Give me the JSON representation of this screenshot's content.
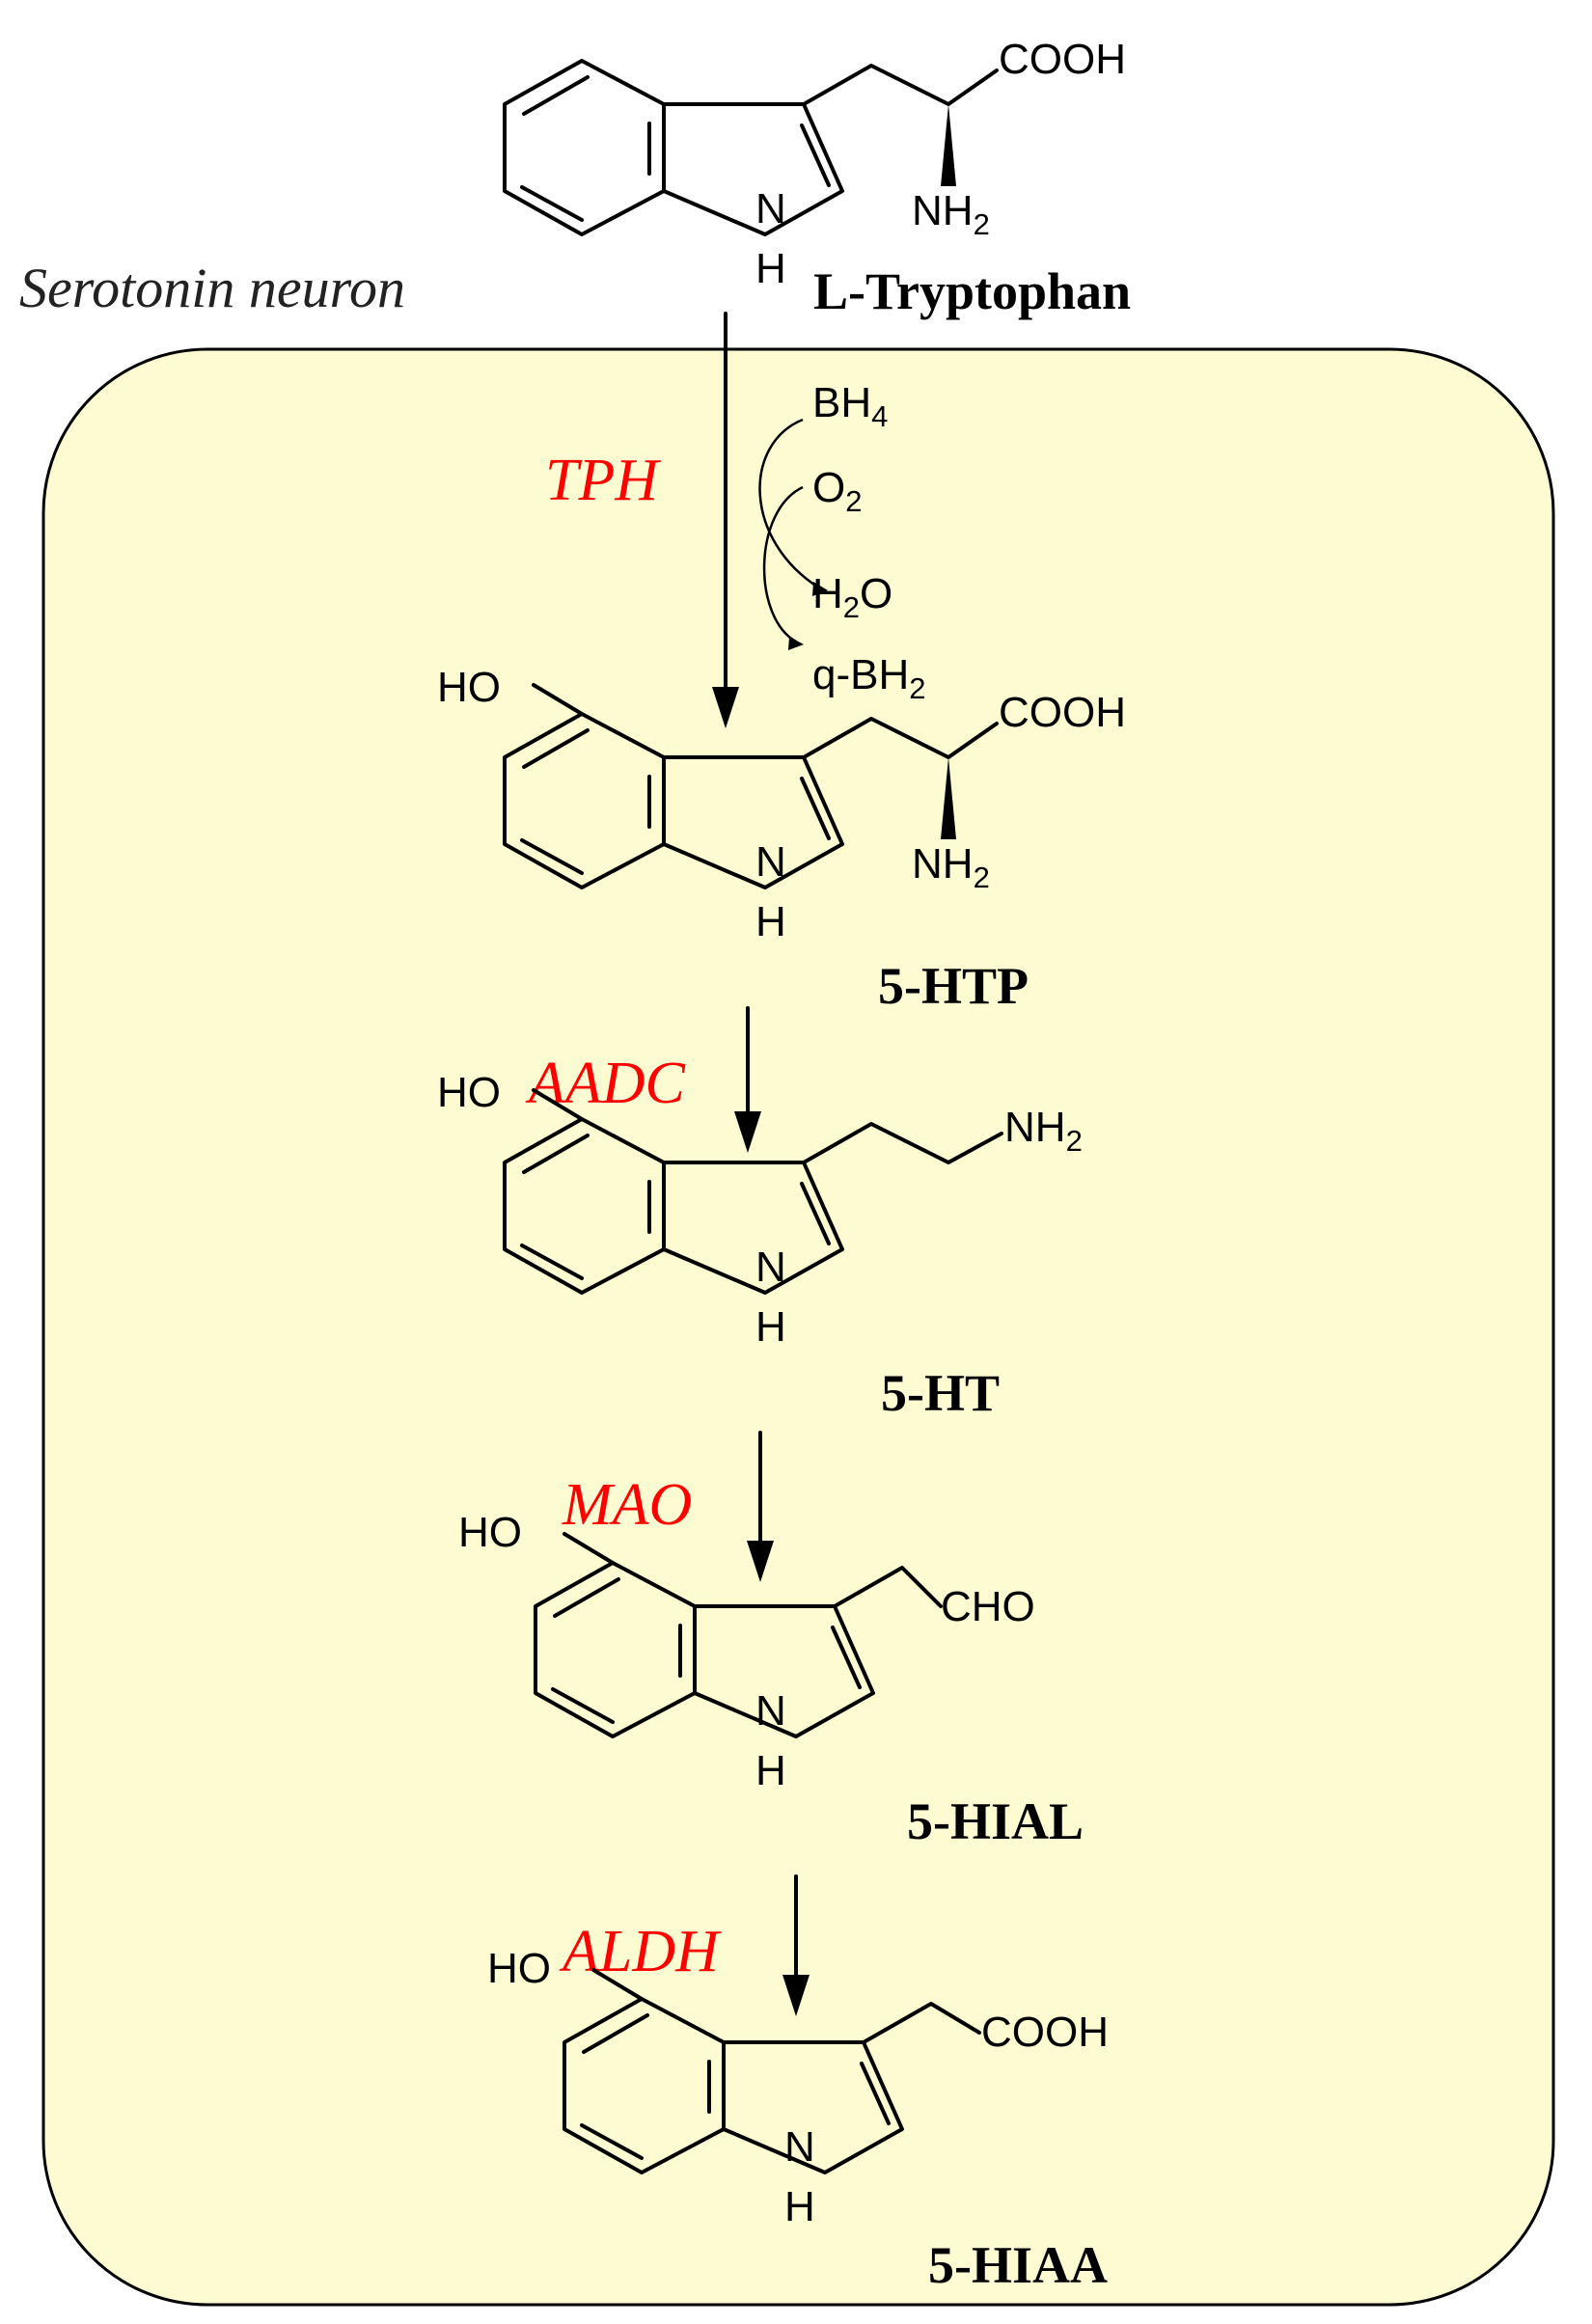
{
  "region": {
    "label": "Serotonin neuron"
  },
  "colors": {
    "cell_fill": "#fdfbd2",
    "enzyme": "#ff0000"
  },
  "compounds": [
    {
      "id": "trp",
      "name": "L-Tryptophan",
      "substituent": "COOH",
      "amine": "NH",
      "amine_sub": "2",
      "hydroxyl": ""
    },
    {
      "id": "htp",
      "name": "5-HTP",
      "substituent": "COOH",
      "amine": "NH",
      "amine_sub": "2",
      "hydroxyl": "HO"
    },
    {
      "id": "ht",
      "name": "5-HT",
      "substituent": "",
      "amine": "NH",
      "amine_sub": "2",
      "hydroxyl": "HO"
    },
    {
      "id": "hial",
      "name": "5-HIAL",
      "substituent": "CHO",
      "amine": "",
      "amine_sub": "",
      "hydroxyl": "HO"
    },
    {
      "id": "hiaa",
      "name": "5-HIAA",
      "substituent": "COOH",
      "amine": "",
      "amine_sub": "",
      "hydroxyl": "HO"
    }
  ],
  "ring_atoms": {
    "nitrogen": "N",
    "hydrogen": "H"
  },
  "enzymes": [
    "TPH",
    "AADC",
    "MAO",
    "ALDH"
  ],
  "cofactors": {
    "bh4": {
      "main": "BH",
      "sub": "4"
    },
    "o2": {
      "main": "O",
      "sub": "2"
    },
    "h2o": {
      "main": "H",
      "sub": "2",
      "tail": "O"
    },
    "qbh2": {
      "main": "q-BH",
      "sub": "2"
    }
  }
}
